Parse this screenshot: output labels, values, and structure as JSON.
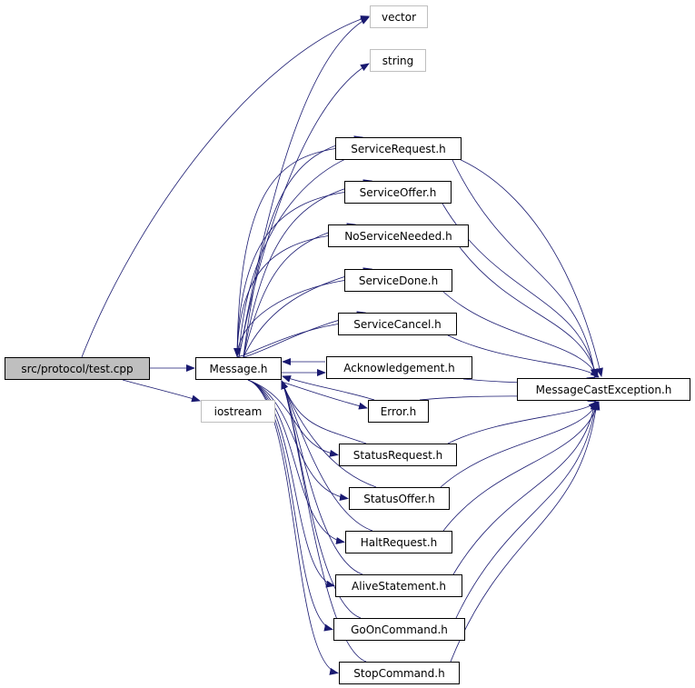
{
  "graph": {
    "edge_color": "#191970",
    "nodes": {
      "test": {
        "label": "src/protocol/test.cpp"
      },
      "message": {
        "label": "Message.h"
      },
      "iostream": {
        "label": "iostream"
      },
      "vector": {
        "label": "vector"
      },
      "string": {
        "label": "string"
      },
      "servicerequest": {
        "label": "ServiceRequest.h"
      },
      "serviceoffer": {
        "label": "ServiceOffer.h"
      },
      "noserviceneeded": {
        "label": "NoServiceNeeded.h"
      },
      "servicedone": {
        "label": "ServiceDone.h"
      },
      "servicecancel": {
        "label": "ServiceCancel.h"
      },
      "acknowledgement": {
        "label": "Acknowledgement.h"
      },
      "error": {
        "label": "Error.h"
      },
      "statusrequest": {
        "label": "StatusRequest.h"
      },
      "statusoffer": {
        "label": "StatusOffer.h"
      },
      "haltrequest": {
        "label": "HaltRequest.h"
      },
      "alivestatement": {
        "label": "AliveStatement.h"
      },
      "goncommand": {
        "label": "GoOnCommand.h"
      },
      "stopcommand": {
        "label": "StopCommand.h"
      },
      "mce": {
        "label": "MessageCastException.h"
      }
    }
  }
}
